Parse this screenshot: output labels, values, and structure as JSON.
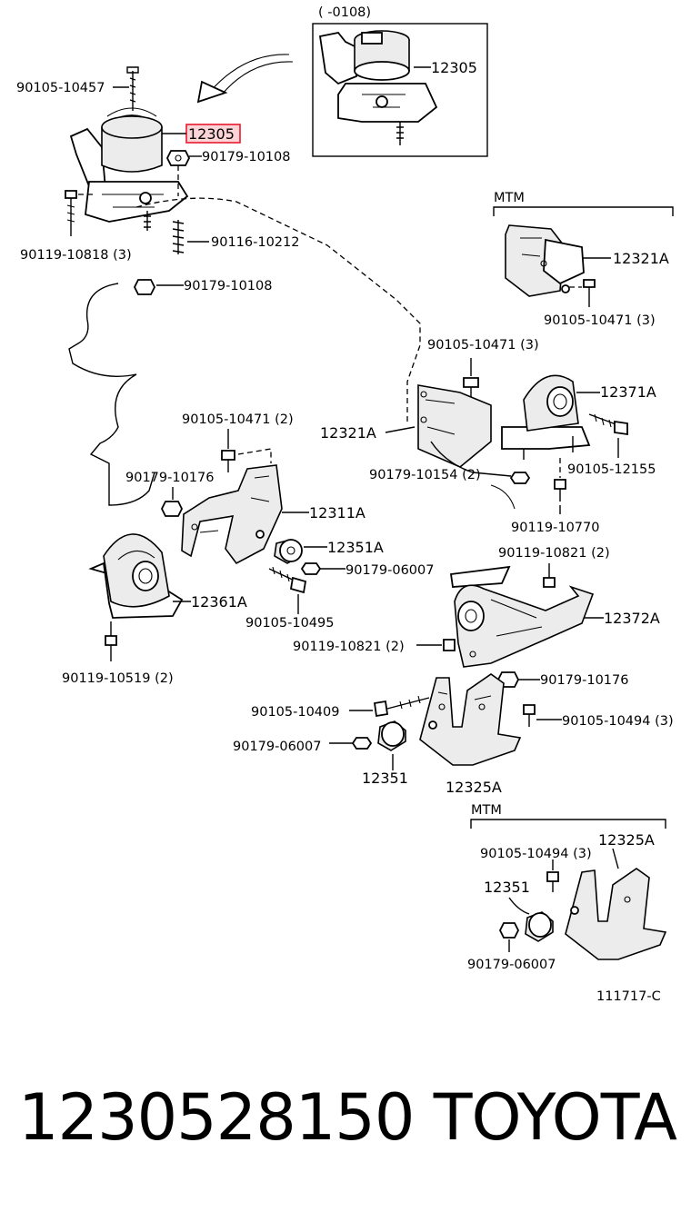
{
  "diagram": {
    "inset_header": "(        -0108)",
    "labels": {
      "p12305_inset": "12305",
      "p12305_main": "12305",
      "b90105_10457": "90105-10457",
      "n90179_10108_a": "90179-10108",
      "b90119_10818": "90119-10818 (3)",
      "b90116_10212": "90116-10212",
      "n90179_10108_b": "90179-10108",
      "mtm1": "MTM",
      "p12321a_top": "12321A",
      "b90105_10471_top": "90105-10471 (3)",
      "b90105_10471_mid": "90105-10471 (3)",
      "p12371a": "12371A",
      "p12321a_mid": "12321A",
      "b90105_12155": "90105-12155",
      "n90179_10154": "90179-10154 (2)",
      "b90119_10770": "90119-10770",
      "b90105_10471_left": "90105-10471 (2)",
      "n90179_10176_left": "90179-10176",
      "p12311a": "12311A",
      "p12351a": "12351A",
      "n90179_06007_a": "90179-06007",
      "p12361a": "12361A",
      "b90105_10495": "90105-10495",
      "b90119_10519": "90119-10519 (2)",
      "b90119_10821_top": "90119-10821 (2)",
      "p12372a": "12372A",
      "b90119_10821_mid": "90119-10821 (2)",
      "n90179_10176_right": "90179-10176",
      "b90105_10409": "90105-10409",
      "b90105_10494_a": "90105-10494 (3)",
      "n90179_06007_b": "90179-06007",
      "p12351_a": "12351",
      "p12325a_a": "12325A",
      "mtm2": "MTM",
      "b90105_10494_b": "90105-10494 (3)",
      "p12325a_b": "12325A",
      "p12351_b": "12351",
      "n90179_06007_c": "90179-06007",
      "ref_code": "111717-C"
    }
  },
  "footer": {
    "part_number": "1230528150",
    "brand": "TOYOTA"
  },
  "colors": {
    "highlight": "#e8192c",
    "ink": "#000000",
    "background": "#ffffff"
  }
}
